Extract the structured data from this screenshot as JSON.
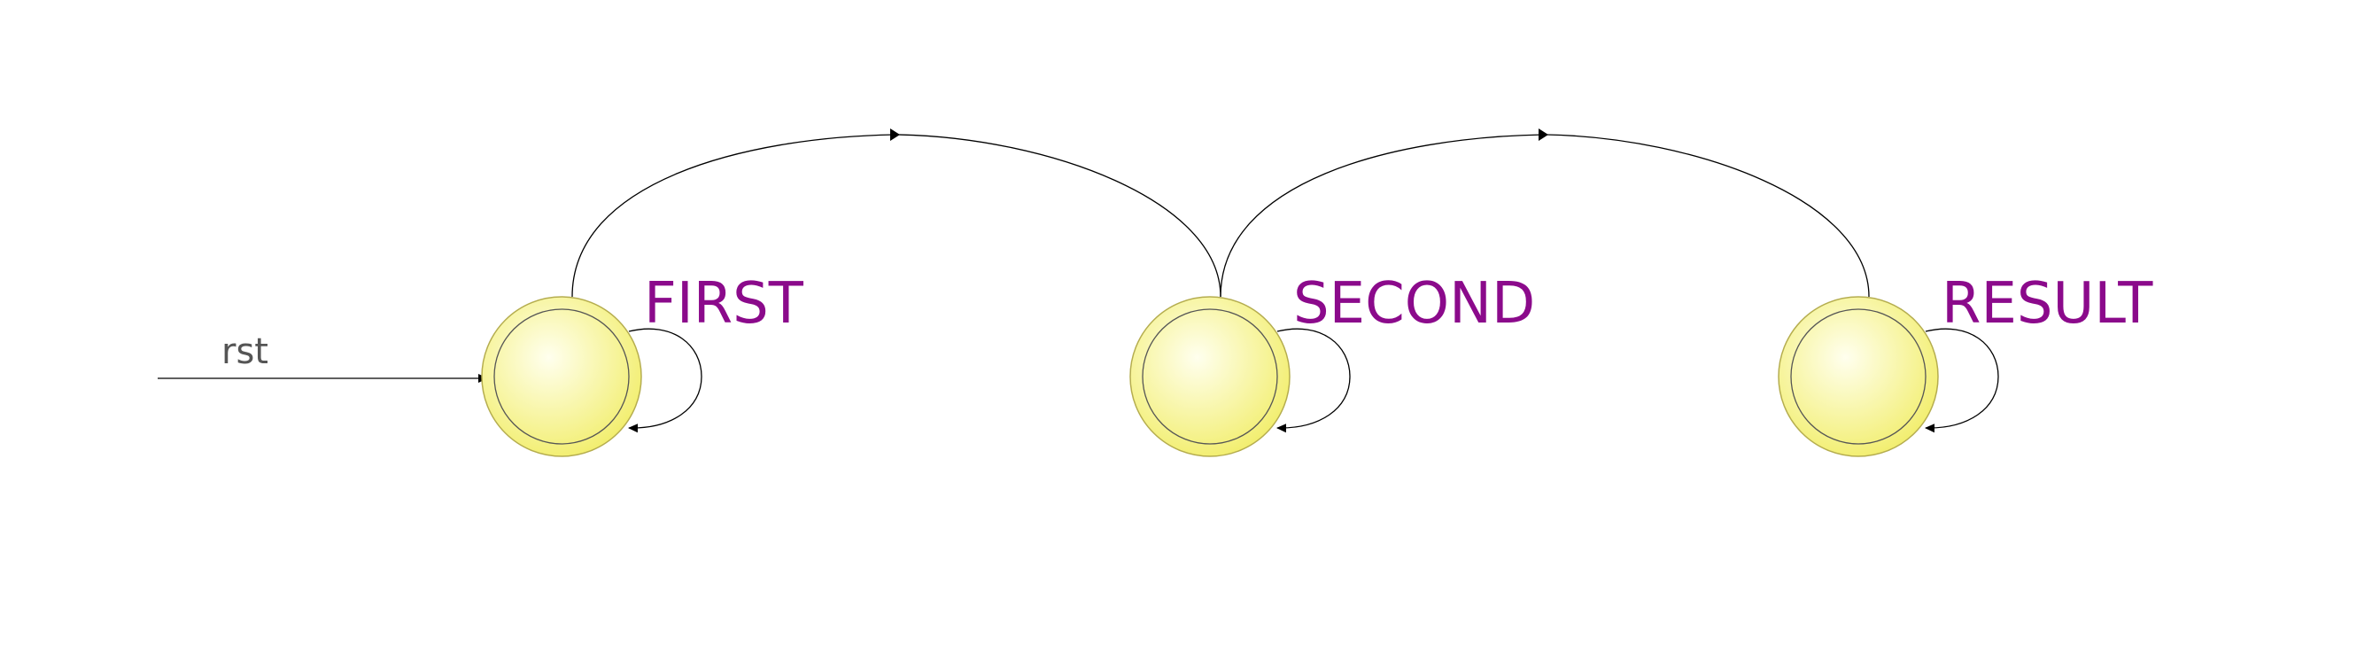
{
  "diagram": {
    "type": "state-machine",
    "reset_label": "rst",
    "states": [
      {
        "id": "FIRST",
        "label": "FIRST",
        "self_loop": true
      },
      {
        "id": "SECOND",
        "label": "SECOND",
        "self_loop": true
      },
      {
        "id": "RESULT",
        "label": "RESULT",
        "self_loop": true
      }
    ],
    "transitions": [
      {
        "from": "FIRST",
        "to": "SECOND"
      },
      {
        "from": "SECOND",
        "to": "RESULT"
      }
    ],
    "initial_state": "FIRST",
    "colors": {
      "state_label": "#8b0a8b",
      "reset_label": "#555555",
      "state_fill_light": "#ffffee",
      "state_fill_dark": "#f2ee6e",
      "state_ring": "#b5ad4f"
    }
  }
}
